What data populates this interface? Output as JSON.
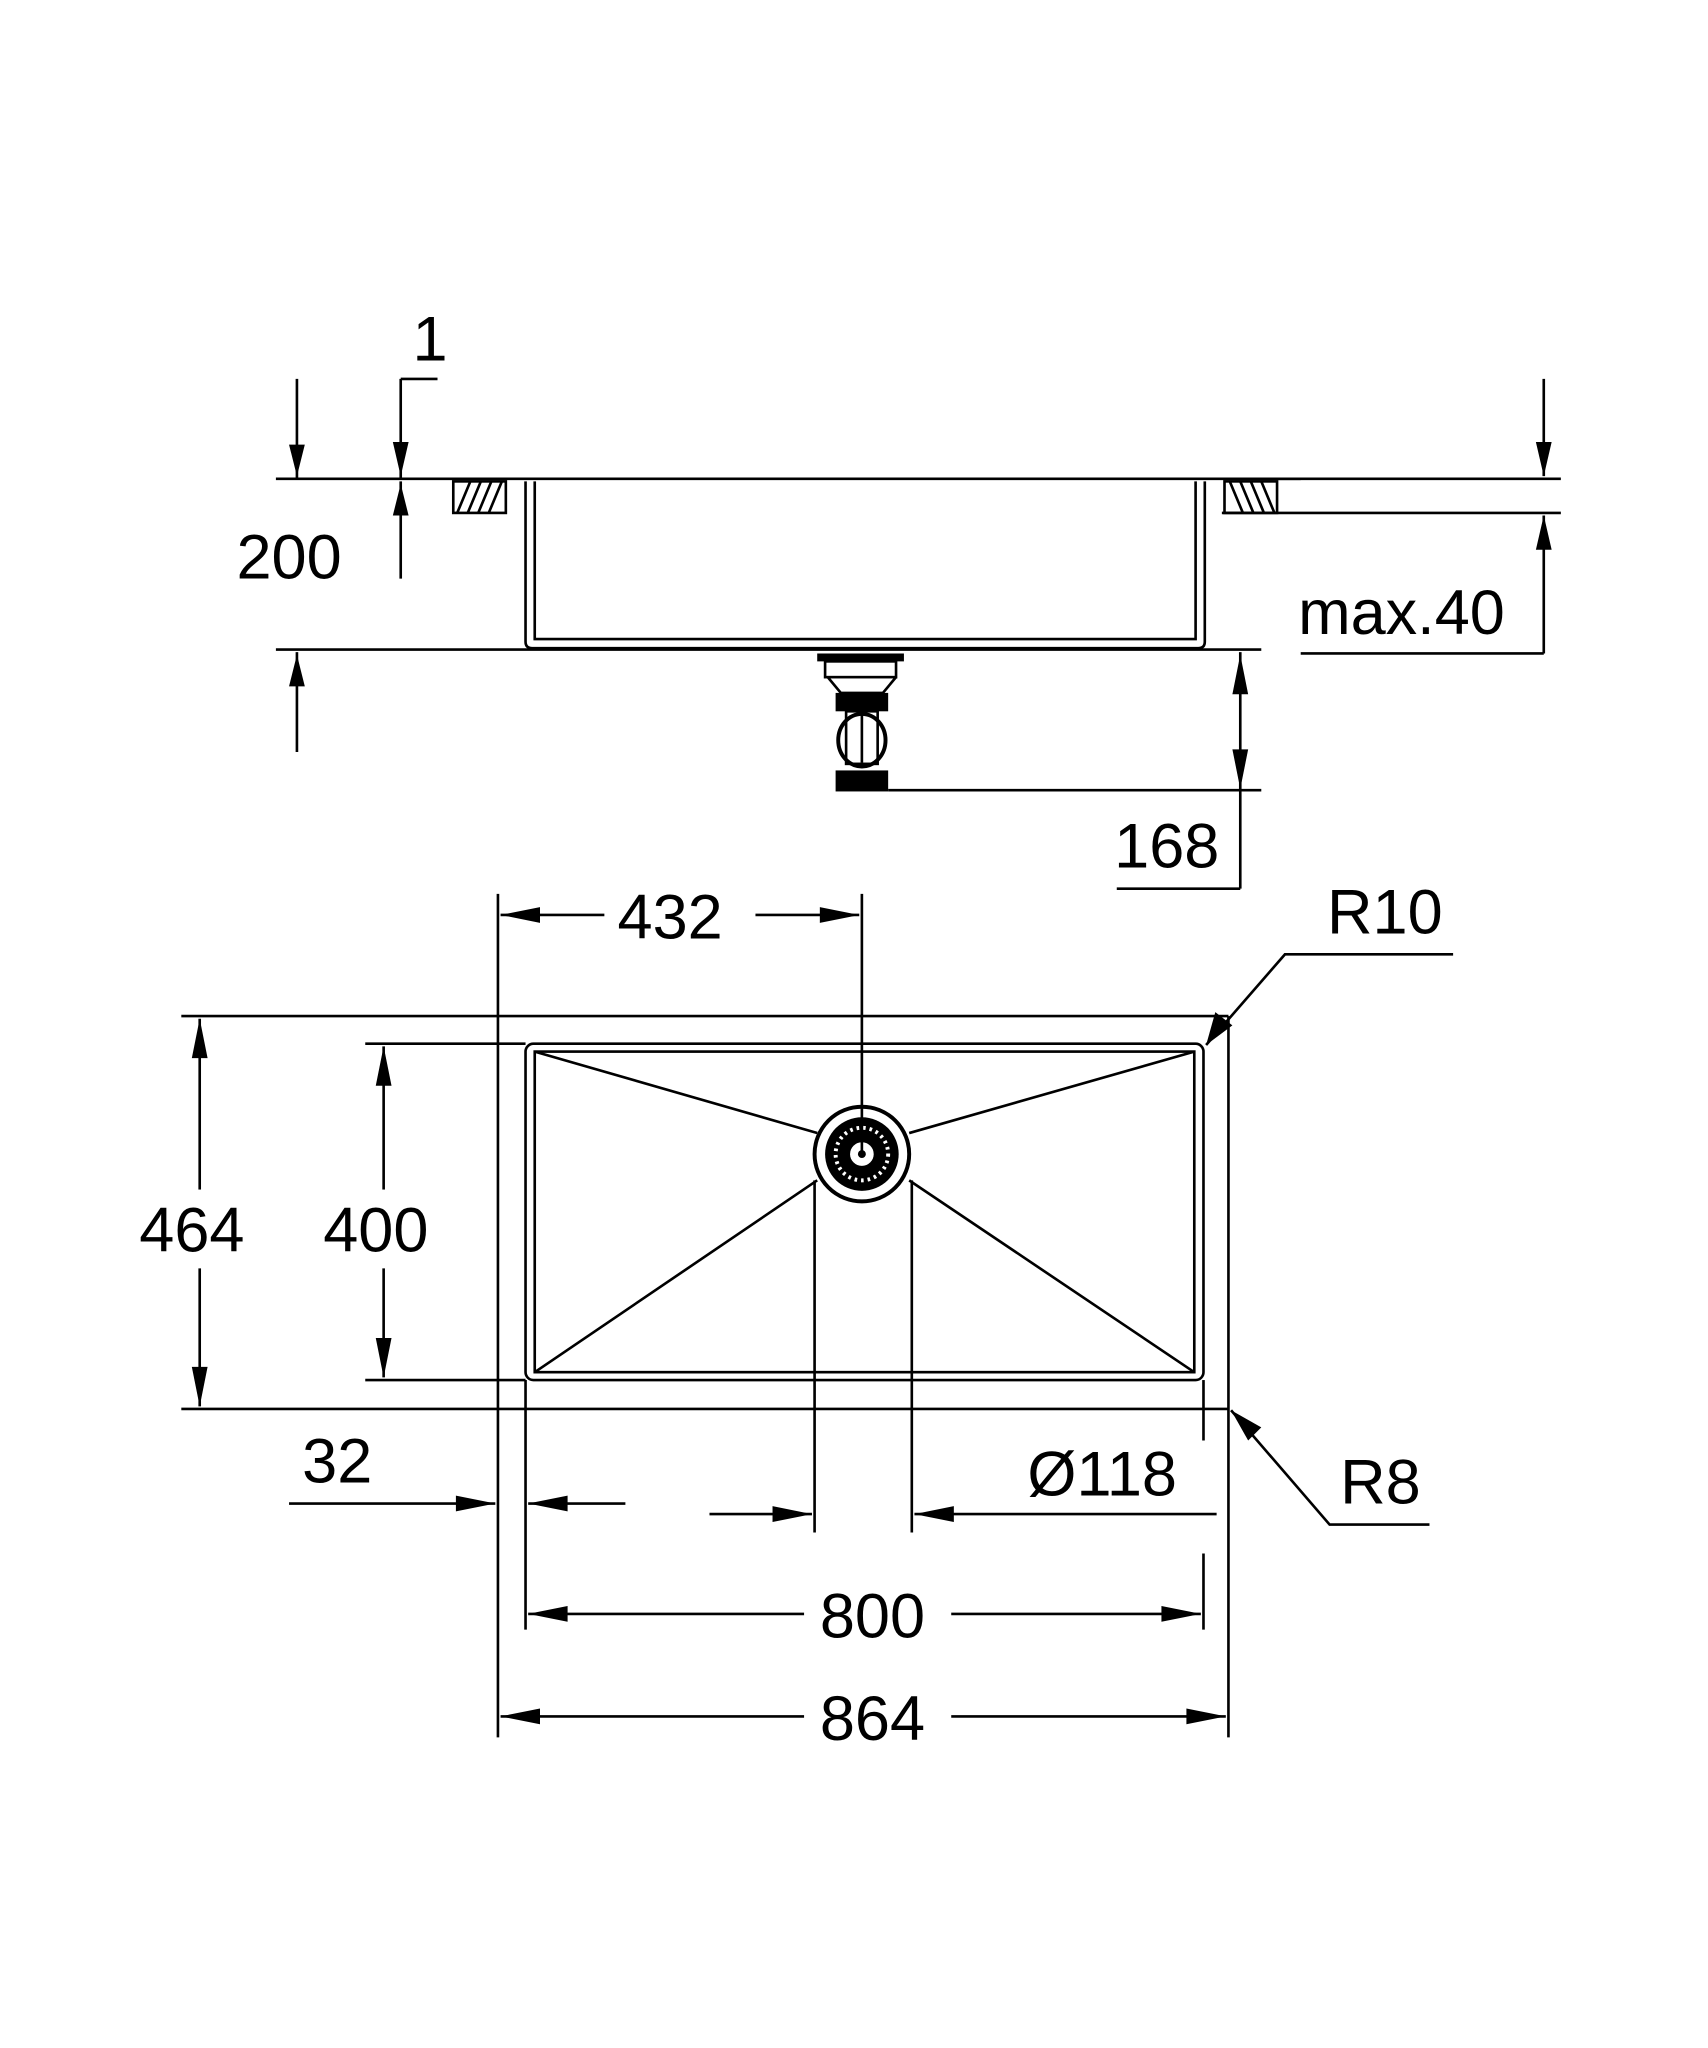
{
  "drawing": {
    "title": "Undermount kitchen sink dimension drawing",
    "views": [
      "side-section",
      "top-plan"
    ],
    "units": "mm",
    "side_view": {
      "label_1": "1",
      "depth": "200",
      "countertop_thickness": "max.40",
      "drain_height": "168"
    },
    "top_view": {
      "drain_offset": "432",
      "outer_width": "864",
      "inner_width": "800",
      "outer_depth": "464",
      "inner_depth": "400",
      "edge_offset": "32",
      "drain_diameter": "Ø118",
      "outer_radius": "R10",
      "inner_radius": "R8"
    },
    "colors": {
      "line": "#000000",
      "background": "#ffffff"
    }
  }
}
